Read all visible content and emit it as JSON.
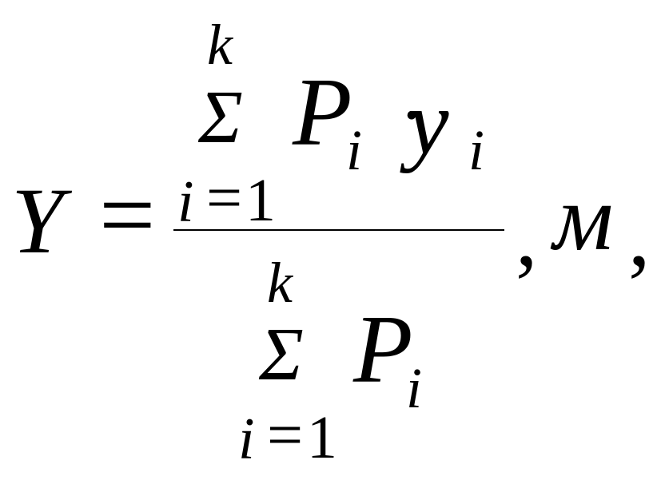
{
  "formula": {
    "lhs": "Y",
    "equals": "=",
    "numerator": {
      "sum_symbol": "Σ",
      "upper_limit": "k",
      "lower_index": "i",
      "lower_equals": "=",
      "lower_start": "1",
      "term1_base": "P",
      "term1_sub": "i",
      "dot": "·",
      "term2_base": "y",
      "term2_sub": "i"
    },
    "denominator": {
      "sum_symbol": "Σ",
      "upper_limit": "k",
      "lower_index": "i",
      "lower_equals": "=",
      "lower_start": "1",
      "term_base": "P",
      "term_sub": "i"
    },
    "comma1": ",",
    "unit": "м",
    "comma2": ","
  }
}
